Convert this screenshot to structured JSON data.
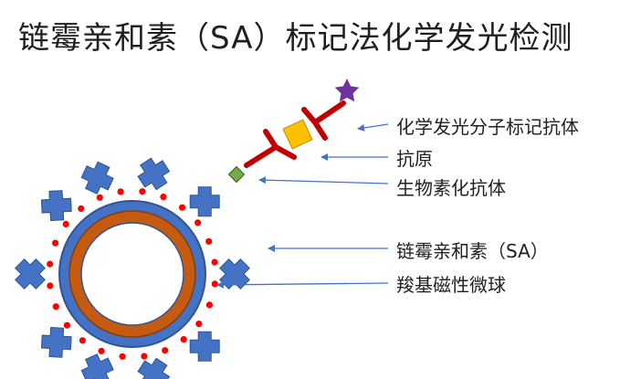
{
  "title": "链霉亲和素（SA）标记法化学发光检测",
  "labels": {
    "chem_antibody": "化学发光分子标记抗体",
    "antigen": "抗原",
    "biotin_antibody": "生物素化抗体",
    "streptavidin": "链霉亲和素（SA）",
    "bead": "羧基磁性微球"
  },
  "colors": {
    "sa_blue": "#4472c4",
    "bead_orange": "#c55a11",
    "dot_red": "#ff0000",
    "antibody_red": "#c00000",
    "antigen_gold": "#ffc000",
    "biotin_green": "#70ad47",
    "star_purple": "#7030a0",
    "arrow_blue": "#4472c4"
  }
}
